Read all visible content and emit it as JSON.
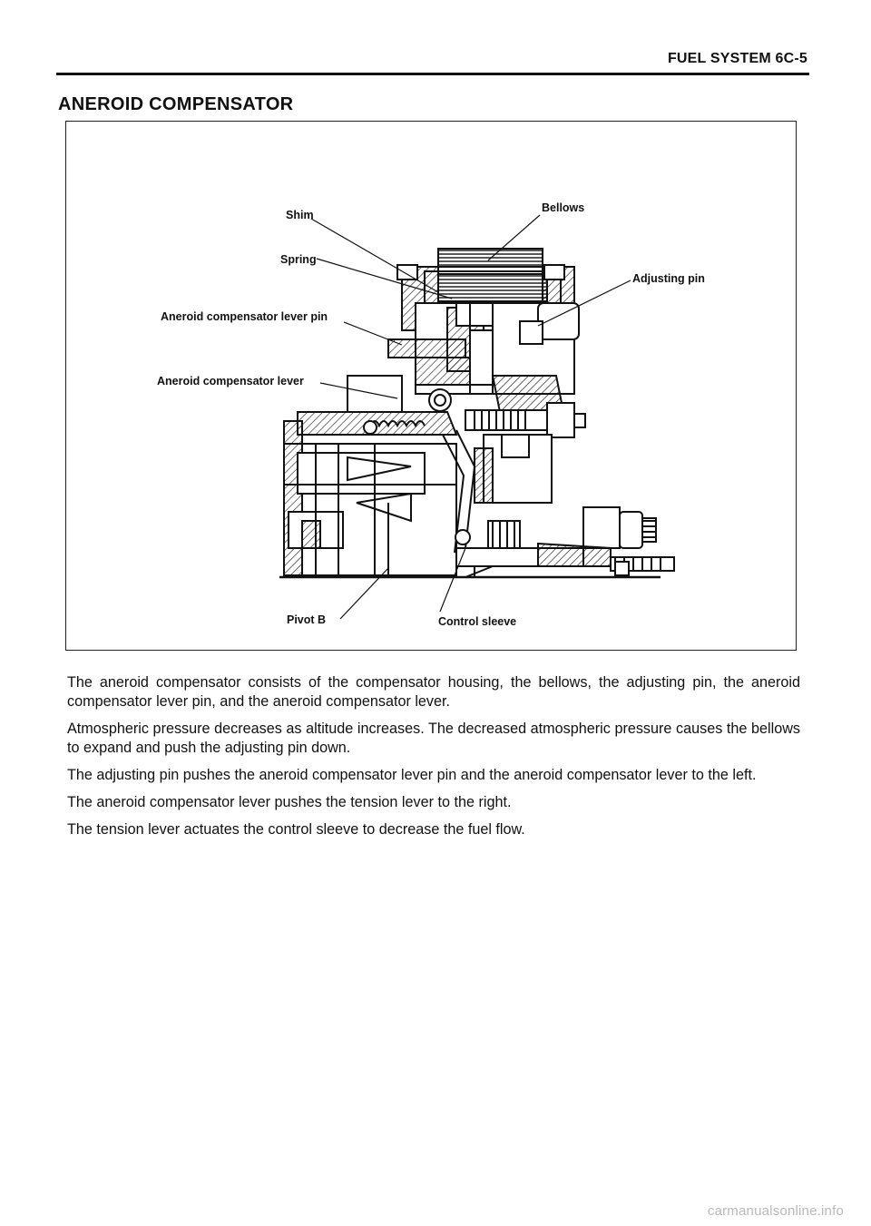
{
  "header": {
    "section": "FUEL SYSTEM 6C-5"
  },
  "title": "ANEROID COMPENSATOR",
  "figure": {
    "callouts": {
      "shim": "Shim",
      "bellows": "Bellows",
      "spring": "Spring",
      "adjusting_pin": "Adjusting pin",
      "lever_pin": "Aneroid compensator lever pin",
      "lever": "Aneroid compensator lever",
      "pivot_b": "Pivot B",
      "control_sleeve": "Control sleeve"
    }
  },
  "paragraphs": [
    "The aneroid compensator consists of the compensator housing, the bellows, the adjusting pin, the aneroid compensator lever pin, and the aneroid compensator lever.",
    "Atmospheric pressure decreases as altitude increases. The decreased atmospheric pressure causes the bellows to expand and push the adjusting pin down.",
    "The adjusting pin pushes the aneroid compensator lever pin and the aneroid compensator lever to the left.",
    "The aneroid compensator lever pushes the tension lever to the right.",
    "The tension lever actuates the control sleeve to decrease the fuel flow."
  ],
  "footer": {
    "watermark": "carmanualsonline.info"
  }
}
